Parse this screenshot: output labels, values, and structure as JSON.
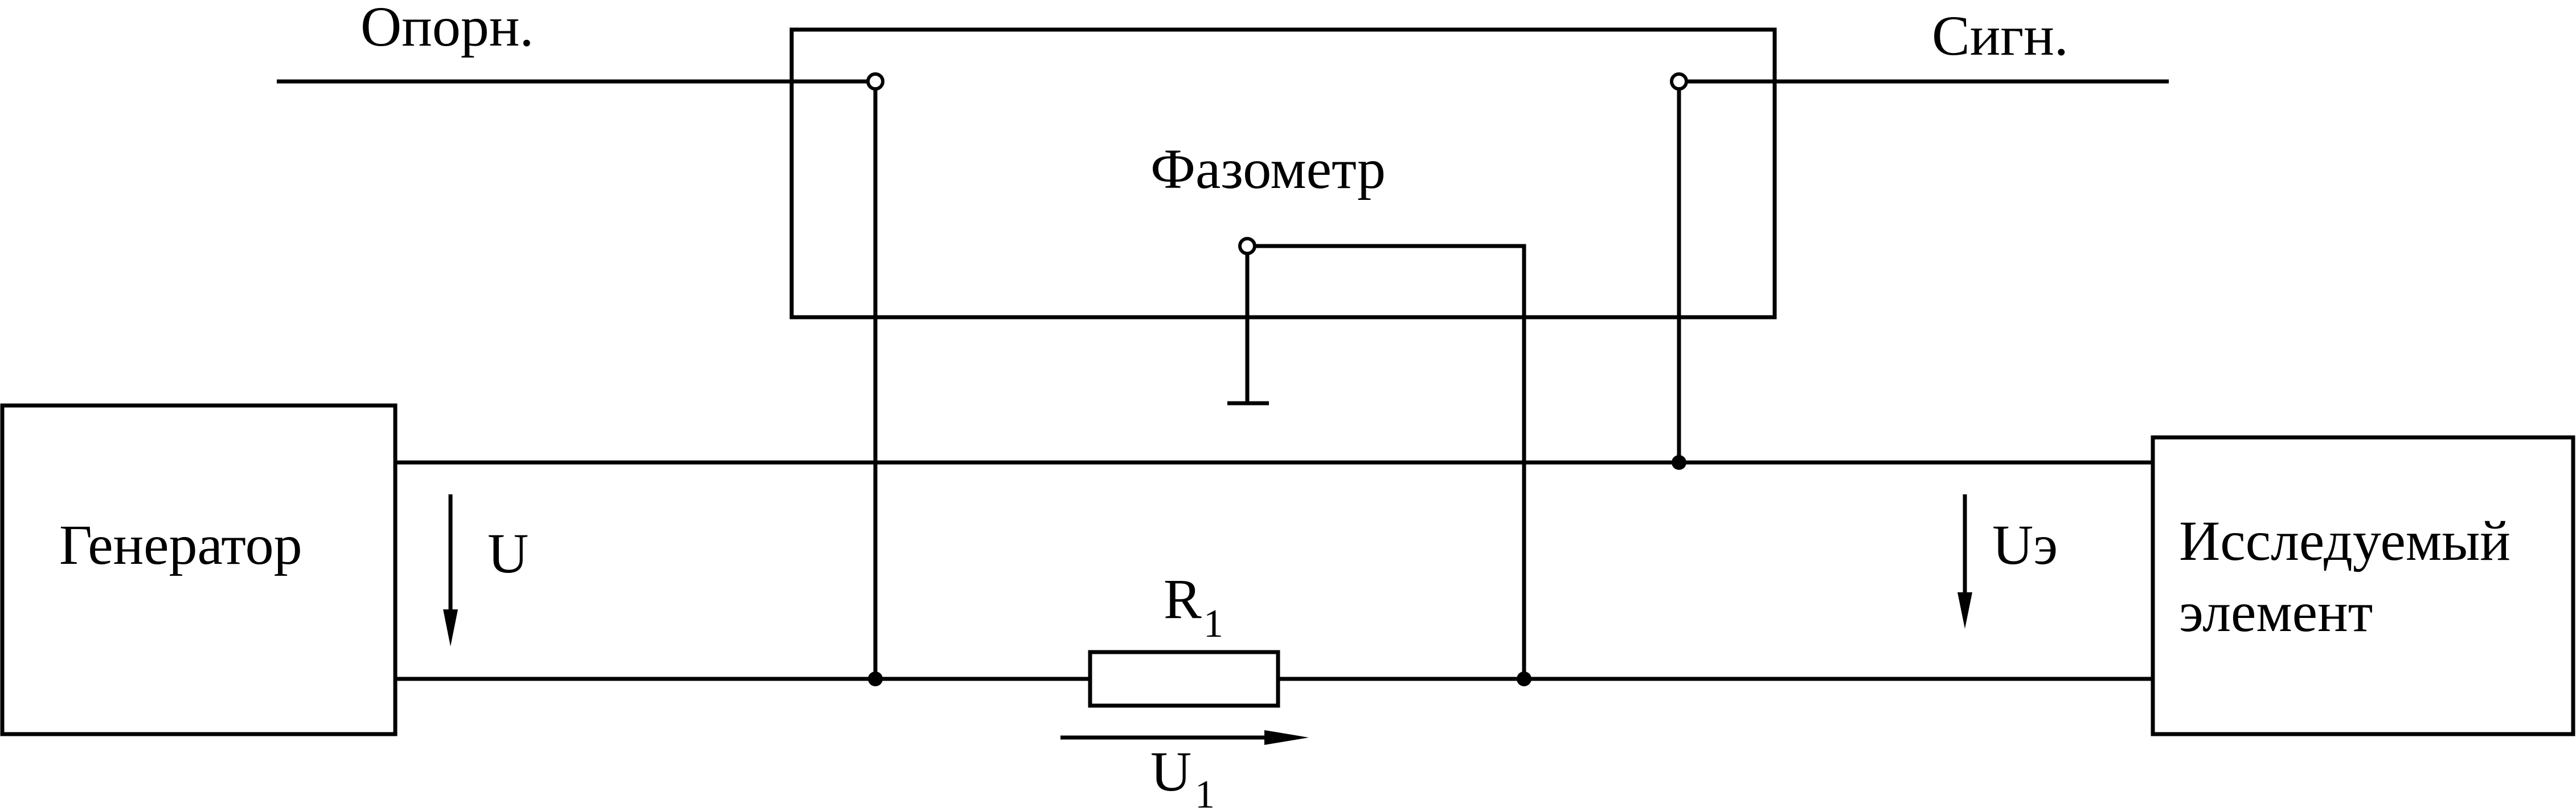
{
  "diagram": {
    "labels": {
      "reference_input": "Опорн.",
      "signal_input": "Сигн.",
      "phasemeter": "Фазометр",
      "generator": "Генератор",
      "element_line1": "Исследуемый",
      "element_line2": "элемент",
      "voltage_u": "U",
      "voltage_ue": "Uэ",
      "resistor_main": "R",
      "resistor_sub": "1",
      "voltage_u1_main": "U",
      "voltage_u1_sub": "1"
    },
    "colors": {
      "line": "#000000",
      "background": "#ffffff"
    }
  }
}
